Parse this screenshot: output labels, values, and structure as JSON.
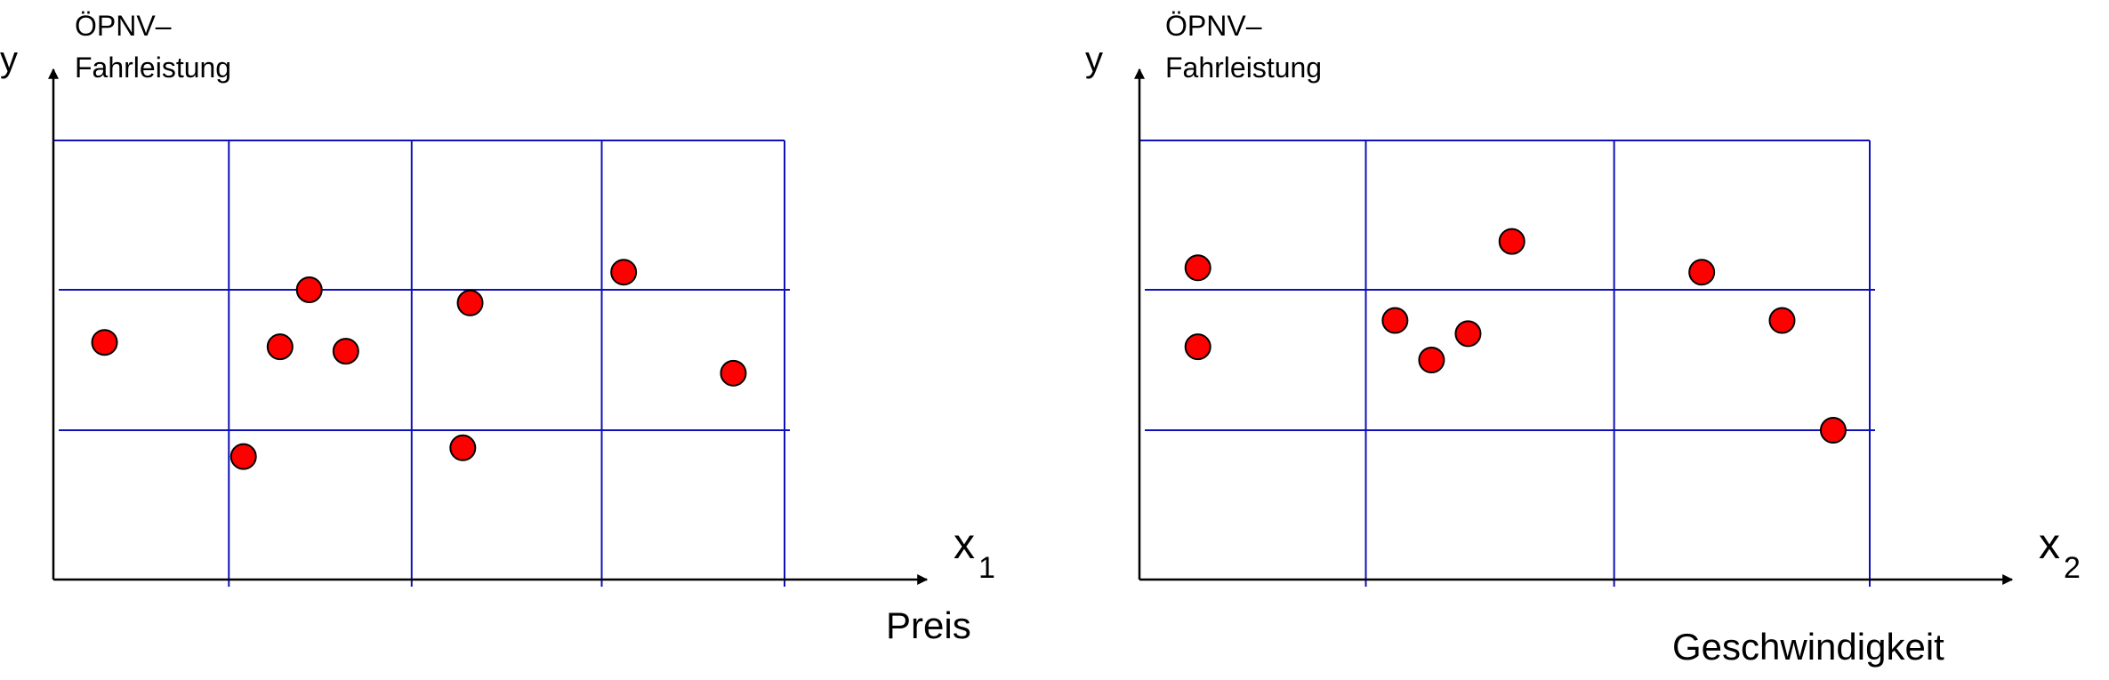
{
  "colors": {
    "grid": "#1010b8",
    "axis": "#000000",
    "point_fill": "#ff0000",
    "point_stroke": "#000000",
    "background": "#ffffff"
  },
  "chart_data": [
    {
      "type": "scatter",
      "ylabel_symbol": "y",
      "ylabel_line1": "ÖPNV–",
      "ylabel_line2": "Fahrleistung",
      "xlabel_symbol": "x",
      "xlabel_subscript": "1",
      "xlabel": "Preis",
      "xlim": [
        0,
        100
      ],
      "ylim": [
        0,
        100
      ],
      "grid": true,
      "x_grid": [
        24,
        49,
        75,
        100
      ],
      "y_grid": [
        34,
        66,
        100
      ],
      "points": [
        {
          "x": 7,
          "y": 54
        },
        {
          "x": 26,
          "y": 28
        },
        {
          "x": 31,
          "y": 53
        },
        {
          "x": 35,
          "y": 66
        },
        {
          "x": 40,
          "y": 52
        },
        {
          "x": 56,
          "y": 30
        },
        {
          "x": 57,
          "y": 63
        },
        {
          "x": 78,
          "y": 70
        },
        {
          "x": 93,
          "y": 47
        }
      ]
    },
    {
      "type": "scatter",
      "ylabel_symbol": "y",
      "ylabel_line1": "ÖPNV–",
      "ylabel_line2": "Fahrleistung",
      "xlabel_symbol": "x",
      "xlabel_subscript": "2",
      "xlabel": "Geschwindigkeit",
      "xlim": [
        0,
        100
      ],
      "ylim": [
        0,
        100
      ],
      "grid": true,
      "x_grid": [
        31,
        65,
        100
      ],
      "y_grid": [
        34,
        66,
        100
      ],
      "points": [
        {
          "x": 8,
          "y": 71
        },
        {
          "x": 8,
          "y": 53
        },
        {
          "x": 35,
          "y": 59
        },
        {
          "x": 40,
          "y": 50
        },
        {
          "x": 45,
          "y": 56
        },
        {
          "x": 51,
          "y": 77
        },
        {
          "x": 77,
          "y": 70
        },
        {
          "x": 88,
          "y": 59
        },
        {
          "x": 95,
          "y": 34
        }
      ]
    }
  ]
}
